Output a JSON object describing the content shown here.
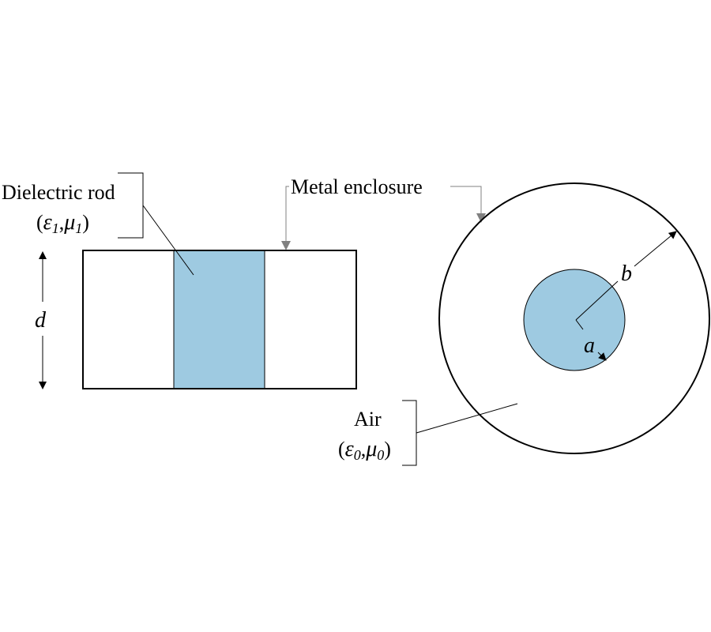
{
  "diagram": {
    "colors": {
      "dielectric_fill": "#9ECAE1",
      "outline": "#000000",
      "pointer": "#808080"
    },
    "labels": {
      "dielectric_rod": "Dielectric rod",
      "dielectric_params": {
        "open": "(",
        "eps": "ε",
        "eps_sub": "1",
        "sep": ",",
        "mu": "μ",
        "mu_sub": "1",
        "close": ")"
      },
      "metal_enclosure": "Metal enclosure",
      "air": "Air",
      "air_params": {
        "open": "(",
        "eps": "ε",
        "eps_sub": "0",
        "sep": ",",
        "mu": "μ",
        "mu_sub": "0",
        "close": ")"
      },
      "height_symbol": "d",
      "inner_radius_symbol": "a",
      "outer_radius_symbol": "b"
    },
    "views": [
      "side-view",
      "cross-section"
    ]
  }
}
